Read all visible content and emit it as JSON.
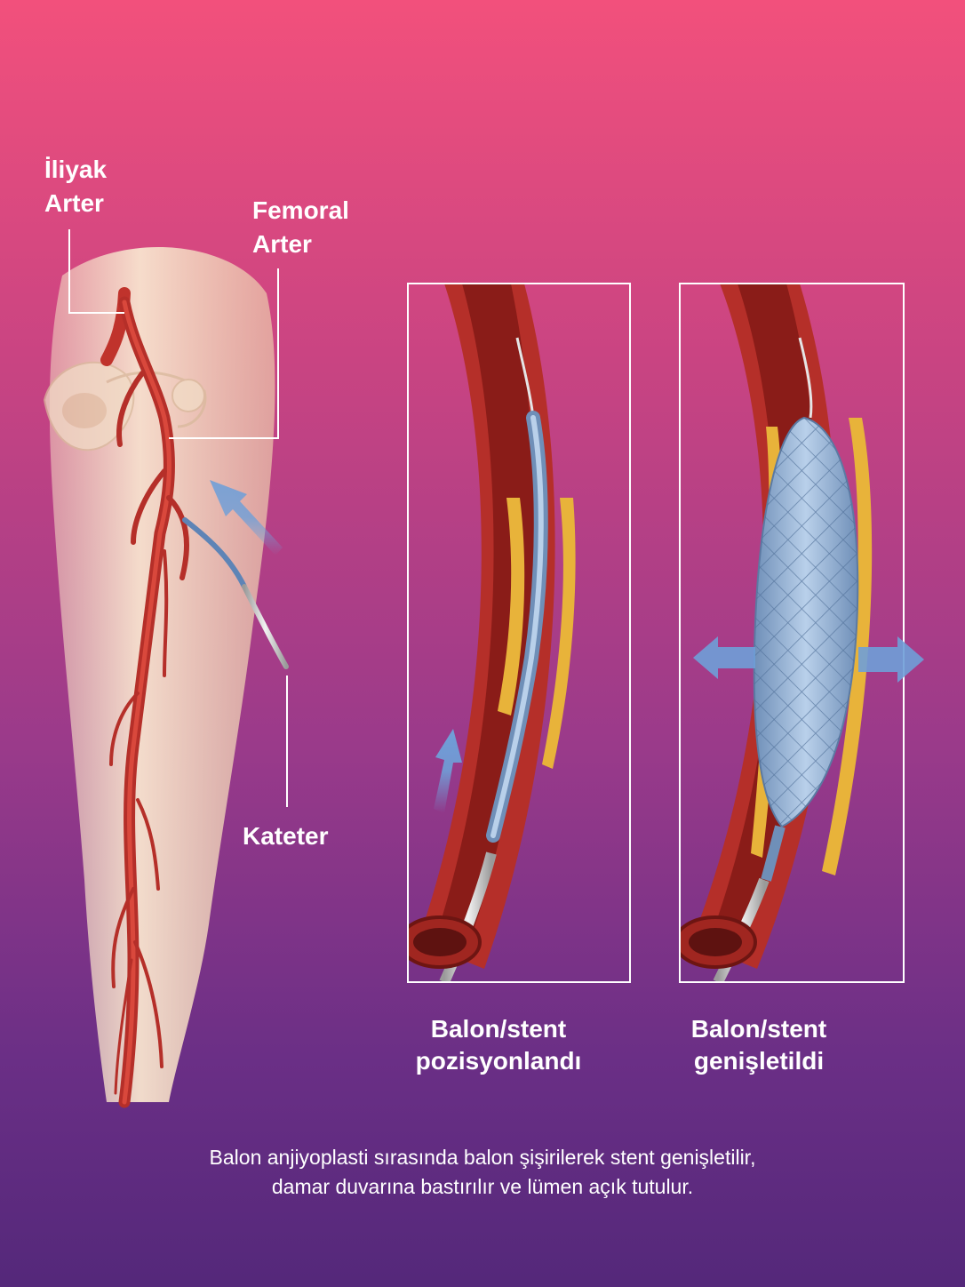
{
  "labels": {
    "iliyak_arter": [
      "İliyak",
      "Arter"
    ],
    "femoral_arter": [
      "Femoral",
      "Arter"
    ],
    "kateter": "Kateter"
  },
  "panels": [
    {
      "caption": [
        "Balon/stent",
        "pozisyonlandı"
      ]
    },
    {
      "caption": [
        "Balon/stent",
        "genişletildi"
      ]
    }
  ],
  "footer_caption": [
    "Balon anjiyoplasti sırasında balon şişirilerek stent genişletilir,",
    "damar duvarına bastırılır ve lümen açık tutulur."
  ],
  "colors": {
    "artery": "#c0332c",
    "artery_inner": "#9e2320",
    "plaque": "#e8b33a",
    "stent": "#8fb1d6",
    "arrow": "#6f9fd8",
    "leg": "#f4dcc4",
    "label_line": "#ffffff"
  }
}
